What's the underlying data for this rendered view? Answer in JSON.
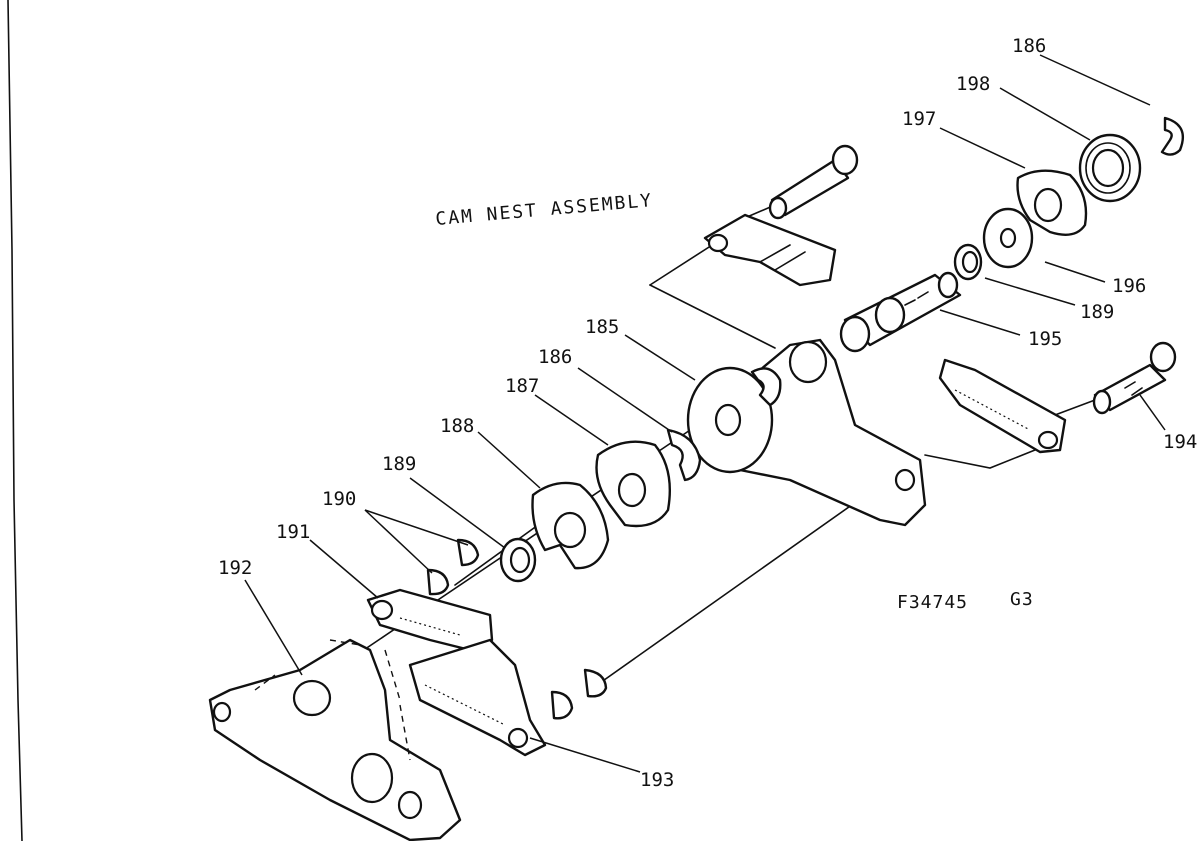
{
  "diagram": {
    "title": "CAM NEST ASSEMBLY",
    "figure_code": "F34745",
    "figure_suffix": "G3"
  },
  "callouts": {
    "c186_top": "186",
    "c198": "198",
    "c197": "197",
    "c196": "196",
    "c189_right": "189",
    "c195": "195",
    "c194": "194",
    "c185": "185",
    "c186_mid": "186",
    "c187": "187",
    "c188": "188",
    "c189_left": "189",
    "c190": "190",
    "c191": "191",
    "c192": "192",
    "c193": "193"
  },
  "colors": {
    "ink": "#111111",
    "paper": "#ffffff"
  }
}
